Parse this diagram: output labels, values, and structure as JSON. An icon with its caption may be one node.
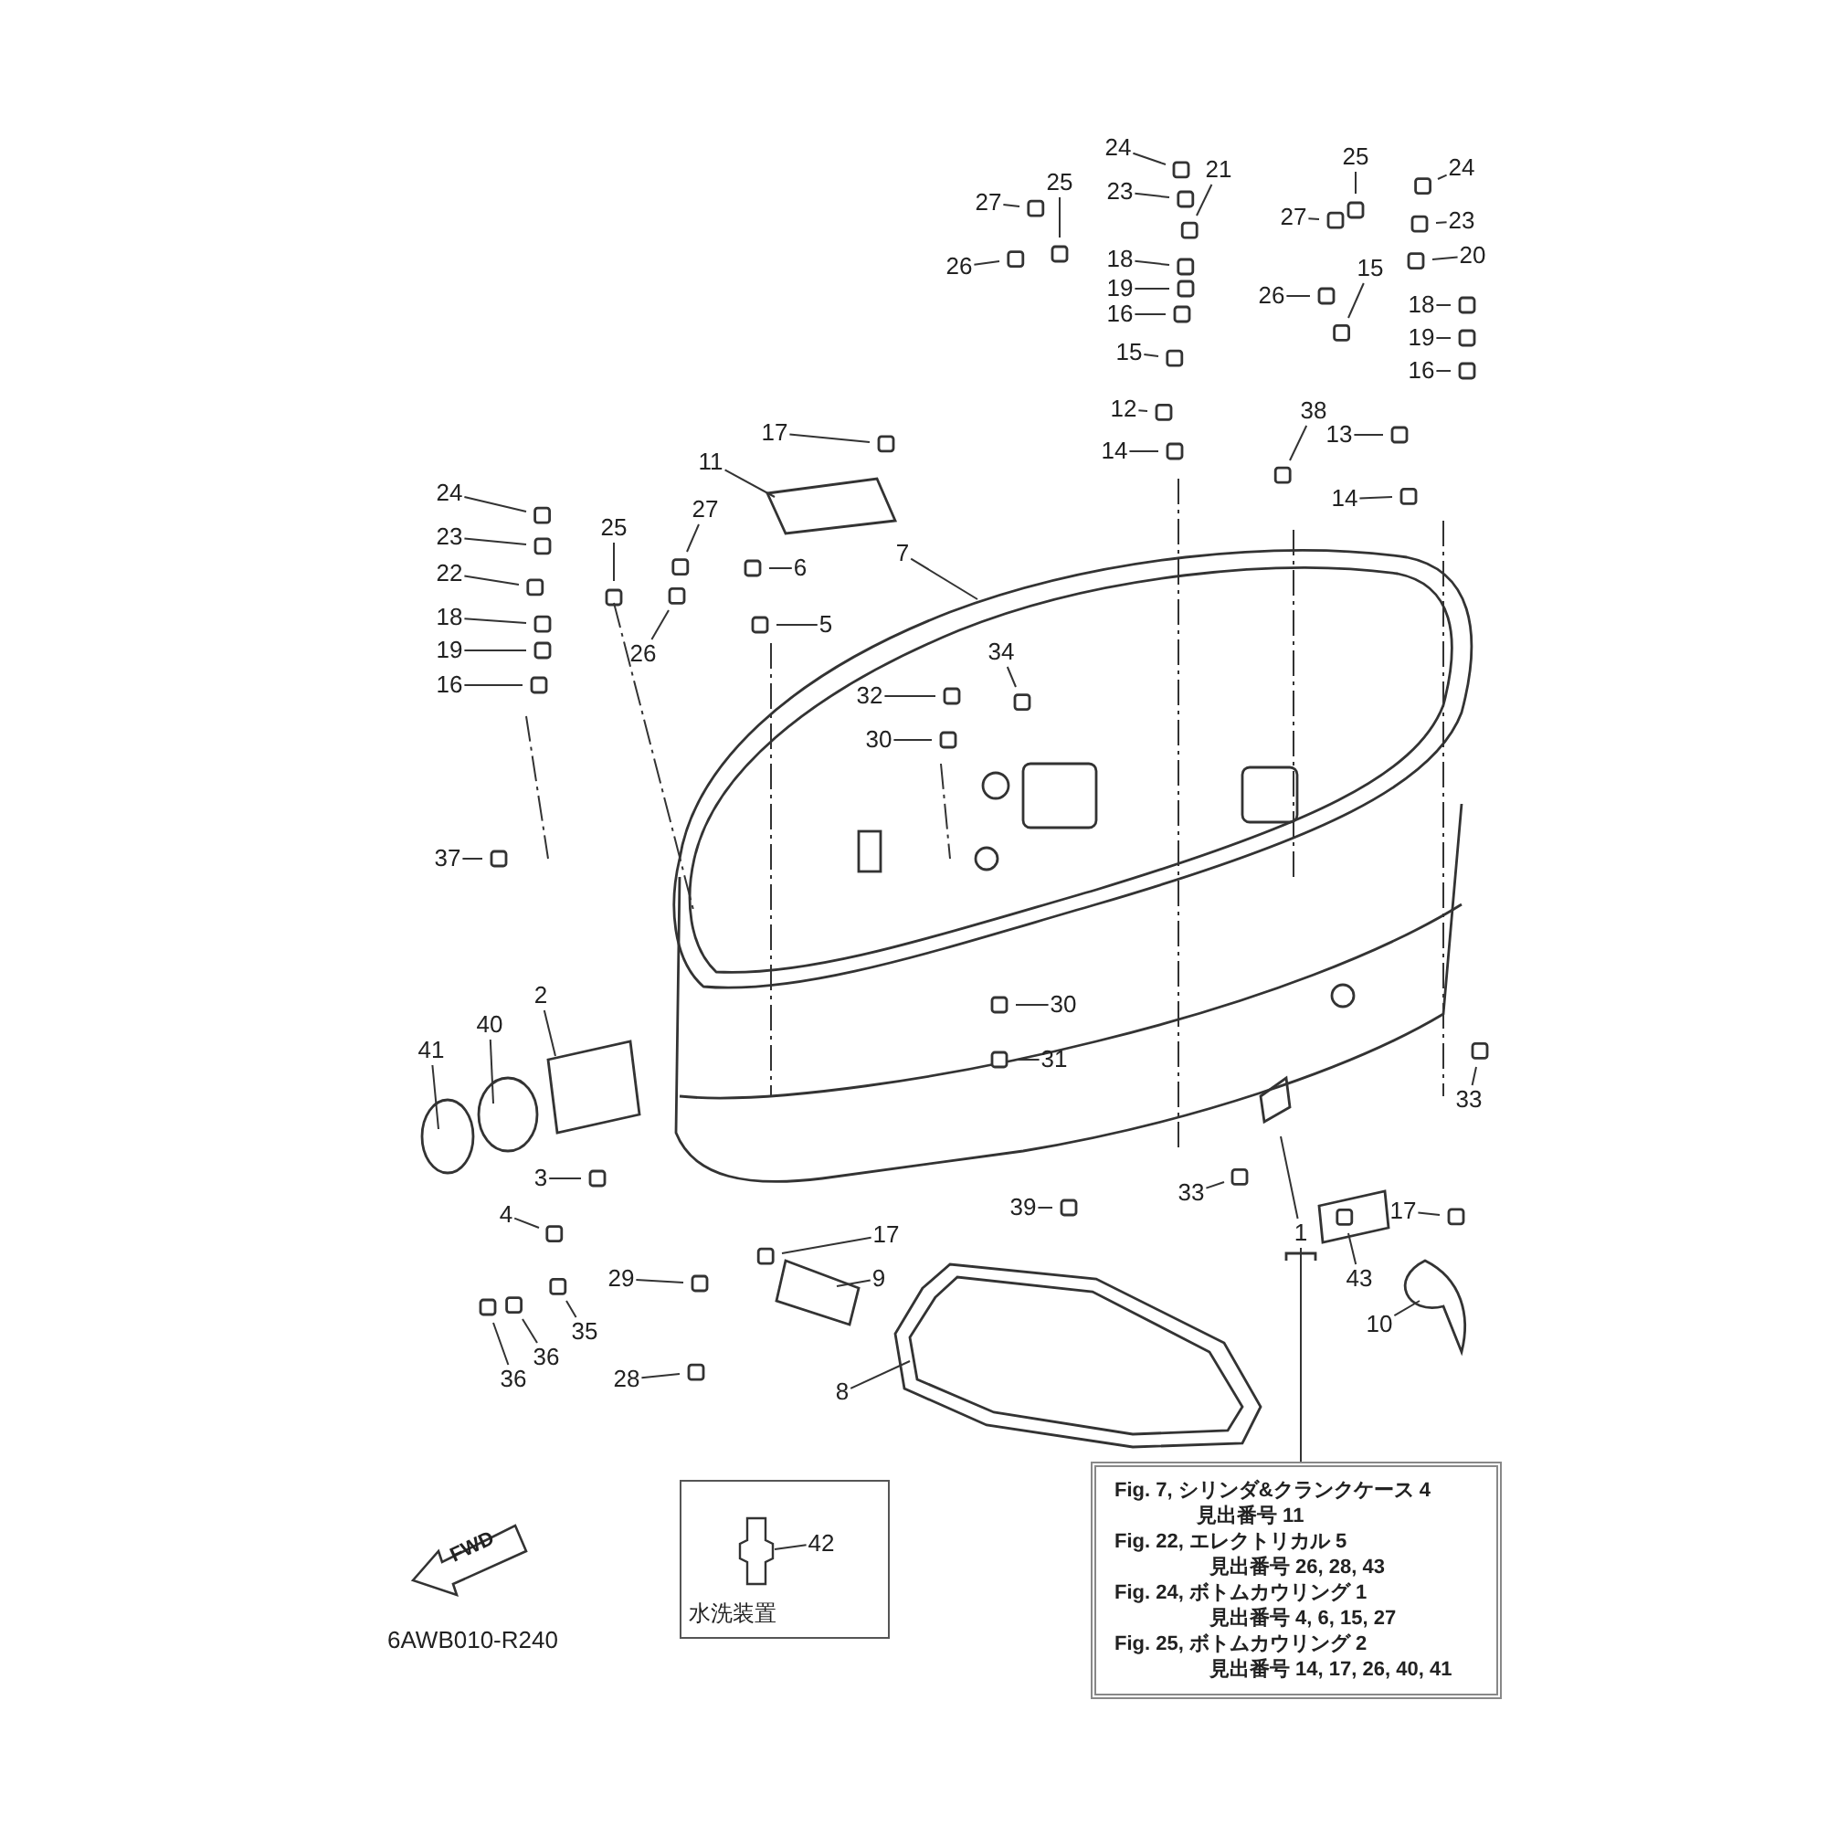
{
  "diagram": {
    "nodes": [
      {
        "text": [
          "24"
        ]
      },
      {
        "text": [
          "27"
        ]
      },
      {
        "text": [
          "25"
        ]
      },
      {
        "text": [
          "21"
        ]
      },
      {
        "text": [
          "23"
        ]
      },
      {
        "text": [
          "26"
        ]
      },
      {
        "text": [
          "18"
        ]
      },
      {
        "text": [
          "19"
        ]
      },
      {
        "text": [
          "16"
        ]
      },
      {
        "text": [
          "15"
        ]
      },
      {
        "text": [
          "12"
        ]
      },
      {
        "text": [
          "14"
        ]
      },
      {
        "text": [
          "38"
        ]
      },
      {
        "text": [
          "25"
        ]
      },
      {
        "text": [
          "24"
        ]
      },
      {
        "text": [
          "27"
        ]
      },
      {
        "text": [
          "23"
        ]
      },
      {
        "text": [
          "20"
        ]
      },
      {
        "text": [
          "26"
        ]
      },
      {
        "text": [
          "15"
        ]
      },
      {
        "text": [
          "18"
        ]
      },
      {
        "text": [
          "19"
        ]
      },
      {
        "text": [
          "16"
        ]
      },
      {
        "text": [
          "13"
        ]
      },
      {
        "text": [
          "14"
        ]
      },
      {
        "text": [
          "17"
        ]
      },
      {
        "text": [
          "11"
        ]
      },
      {
        "text": [
          "24"
        ]
      },
      {
        "text": [
          "23"
        ]
      },
      {
        "text": [
          "25"
        ]
      },
      {
        "text": [
          "27"
        ]
      },
      {
        "text": [
          "22"
        ]
      },
      {
        "text": [
          "6"
        ]
      },
      {
        "text": [
          "7"
        ]
      },
      {
        "text": [
          "18"
        ]
      },
      {
        "text": [
          "5"
        ]
      },
      {
        "text": [
          "26"
        ]
      },
      {
        "text": [
          "19"
        ]
      },
      {
        "text": [
          "16"
        ]
      },
      {
        "text": [
          "34"
        ]
      },
      {
        "text": [
          "32"
        ]
      },
      {
        "text": [
          "30"
        ]
      },
      {
        "text": [
          "37"
        ]
      },
      {
        "text": [
          "2"
        ]
      },
      {
        "text": [
          "40"
        ]
      },
      {
        "text": [
          "41"
        ]
      },
      {
        "text": [
          "30"
        ]
      },
      {
        "text": [
          "31"
        ]
      },
      {
        "text": [
          "3"
        ]
      },
      {
        "text": [
          "4"
        ]
      },
      {
        "text": [
          "33"
        ]
      },
      {
        "text": [
          "33"
        ]
      },
      {
        "text": [
          "43"
        ]
      },
      {
        "text": [
          "39"
        ]
      },
      {
        "text": [
          "1"
        ]
      },
      {
        "text": [
          "17"
        ]
      },
      {
        "text": [
          "17"
        ]
      },
      {
        "text": [
          "29"
        ]
      },
      {
        "text": [
          "9"
        ]
      },
      {
        "text": [
          "35"
        ]
      },
      {
        "text": [
          "10"
        ]
      },
      {
        "text": [
          "36"
        ]
      },
      {
        "text": [
          "28"
        ]
      },
      {
        "text": [
          "36"
        ]
      },
      {
        "text": [
          "8"
        ]
      },
      {
        "text": [
          "水洗装置"
        ]
      },
      {
        "text": [
          "42"
        ],
        "in": 65
      },
      {
        "text": [
          "Fig. 7, シリンダ&クランクケース 4",
          "見出番号 11",
          "Fig. 22, エレクトリカル 5",
          "見出番号 26, 28, 43",
          "Fig. 24, ボトムカウリング 1",
          "見出番号 4, 6, 15, 27",
          "Fig. 25, ボトムカウリング 2",
          "見出番号 14, 17, 26, 40, 41"
        ]
      }
    ],
    "edges": [
      {
        "from": 0,
        "to": null,
        "arrow": "none"
      },
      {
        "from": 1,
        "to": null,
        "arrow": "none"
      },
      {
        "from": 2,
        "to": null,
        "arrow": "none"
      },
      {
        "from": 3,
        "to": null,
        "arrow": "none"
      },
      {
        "from": 4,
        "to": null,
        "arrow": "none"
      },
      {
        "from": 5,
        "to": null,
        "arrow": "none"
      },
      {
        "from": 6,
        "to": null,
        "arrow": "none"
      },
      {
        "from": 7,
        "to": null,
        "arrow": "none"
      },
      {
        "from": 8,
        "to": null,
        "arrow": "none"
      },
      {
        "from": 9,
        "to": null,
        "arrow": "none"
      },
      {
        "from": 10,
        "to": null,
        "arrow": "none"
      },
      {
        "from": 11,
        "to": null,
        "arrow": "none"
      },
      {
        "from": 12,
        "to": null,
        "arrow": "none"
      },
      {
        "from": 13,
        "to": null,
        "arrow": "none"
      },
      {
        "from": 14,
        "to": null,
        "arrow": "none"
      },
      {
        "from": 15,
        "to": null,
        "arrow": "none"
      },
      {
        "from": 16,
        "to": null,
        "arrow": "none"
      },
      {
        "from": 17,
        "to": null,
        "arrow": "none"
      },
      {
        "from": 18,
        "to": null,
        "arrow": "none"
      },
      {
        "from": 19,
        "to": null,
        "arrow": "none"
      },
      {
        "from": 20,
        "to": null,
        "arrow": "none"
      },
      {
        "from": 21,
        "to": null,
        "arrow": "none"
      },
      {
        "from": 22,
        "to": null,
        "arrow": "none"
      },
      {
        "from": 23,
        "to": null,
        "arrow": "none"
      },
      {
        "from": 24,
        "to": null,
        "arrow": "none"
      },
      {
        "from": 25,
        "to": null,
        "arrow": "none"
      },
      {
        "from": 26,
        "to": null,
        "arrow": "none"
      },
      {
        "from": 27,
        "to": null,
        "arrow": "none"
      },
      {
        "from": 28,
        "to": null,
        "arrow": "none"
      },
      {
        "from": 29,
        "to": null,
        "arrow": "none"
      },
      {
        "from": 30,
        "to": null,
        "arrow": "none"
      },
      {
        "from": 31,
        "to": null,
        "arrow": "none"
      },
      {
        "from": 32,
        "to": null,
        "arrow": "none"
      },
      {
        "from": 33,
        "to": null,
        "arrow": "none"
      },
      {
        "from": 34,
        "to": null,
        "arrow": "none"
      },
      {
        "from": 35,
        "to": null,
        "arrow": "none"
      },
      {
        "from": 36,
        "to": null,
        "arrow": "none"
      },
      {
        "from": 37,
        "to": null,
        "arrow": "none"
      },
      {
        "from": 38,
        "to": null,
        "arrow": "none"
      },
      {
        "from": 39,
        "to": null,
        "arrow": "none"
      },
      {
        "from": 40,
        "to": null,
        "arrow": "none"
      },
      {
        "from": 41,
        "to": null,
        "arrow": "none"
      },
      {
        "from": 42,
        "to": null,
        "arrow": "none"
      },
      {
        "from": 43,
        "to": null,
        "arrow": "none"
      },
      {
        "from": 44,
        "to": null,
        "arrow": "none"
      },
      {
        "from": 45,
        "to": null,
        "arrow": "none"
      },
      {
        "from": 46,
        "to": null,
        "arrow": "none"
      },
      {
        "from": 47,
        "to": null,
        "arrow": "none"
      },
      {
        "from": 48,
        "to": null,
        "arrow": "none"
      },
      {
        "from": 49,
        "to": null,
        "arrow": "none"
      },
      {
        "from": 50,
        "to": null,
        "arrow": "none"
      },
      {
        "from": 51,
        "to": null,
        "arrow": "none"
      },
      {
        "from": 52,
        "to": null,
        "arrow": "none"
      },
      {
        "from": 53,
        "to": null,
        "arrow": "none"
      },
      {
        "from": 54,
        "to": null,
        "arrow": "none"
      },
      {
        "from": 55,
        "to": null,
        "arrow": "none"
      },
      {
        "from": 56,
        "to": null,
        "arrow": "none"
      },
      {
        "from": 57,
        "to": null,
        "arrow": "none"
      },
      {
        "from": 58,
        "to": null,
        "arrow": "none"
      },
      {
        "from": 59,
        "to": null,
        "arrow": "none"
      },
      {
        "from": 60,
        "to": null,
        "arrow": "none"
      },
      {
        "from": 61,
        "to": null,
        "arrow": "none"
      },
      {
        "from": 62,
        "to": null,
        "arrow": "none"
      },
      {
        "from": 63,
        "to": null,
        "arrow": "none"
      },
      {
        "from": 64,
        "to": null,
        "arrow": "none"
      },
      {
        "from": 66,
        "to": null,
        "arrow": "none"
      },
      {
        "from": 54,
        "to": 67,
        "arrow": "none"
      }
    ],
    "labels": [
      "FWD",
      "6AWB010-R240"
    ]
  }
}
